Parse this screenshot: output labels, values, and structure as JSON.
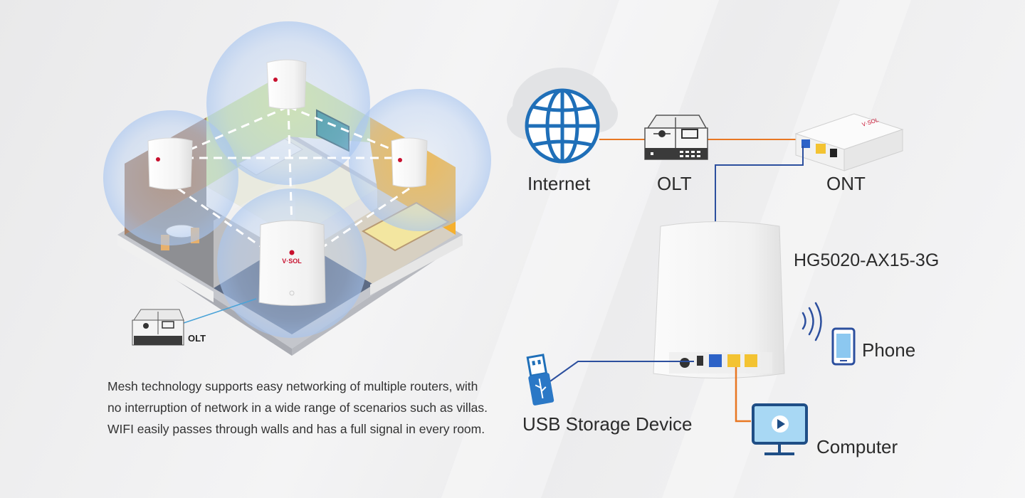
{
  "diagram": {
    "labels": {
      "internet": "Internet",
      "olt": "OLT",
      "ont": "ONT",
      "model": "HG5020-AX15-3G",
      "phone": "Phone",
      "usb": "USB Storage Device",
      "computer": "Computer",
      "olt_small": "OLT"
    },
    "caption": "Mesh technology supports easy networking of multiple routers, with no interruption of network in a wide range of scenarios such as villas. WIFI easily passes through walls and has a full signal in every room.",
    "brand_text": "V·SOL",
    "colors": {
      "link_orange": "#e87722",
      "link_blue": "#2c4f9e",
      "globe_blue": "#1f6fb8",
      "room_green": "#cfe3a2",
      "room_orange": "#f6b02e",
      "room_brown": "#a88268",
      "coverage_blue": "#bcd4f5",
      "brand_red": "#c8102e"
    }
  }
}
